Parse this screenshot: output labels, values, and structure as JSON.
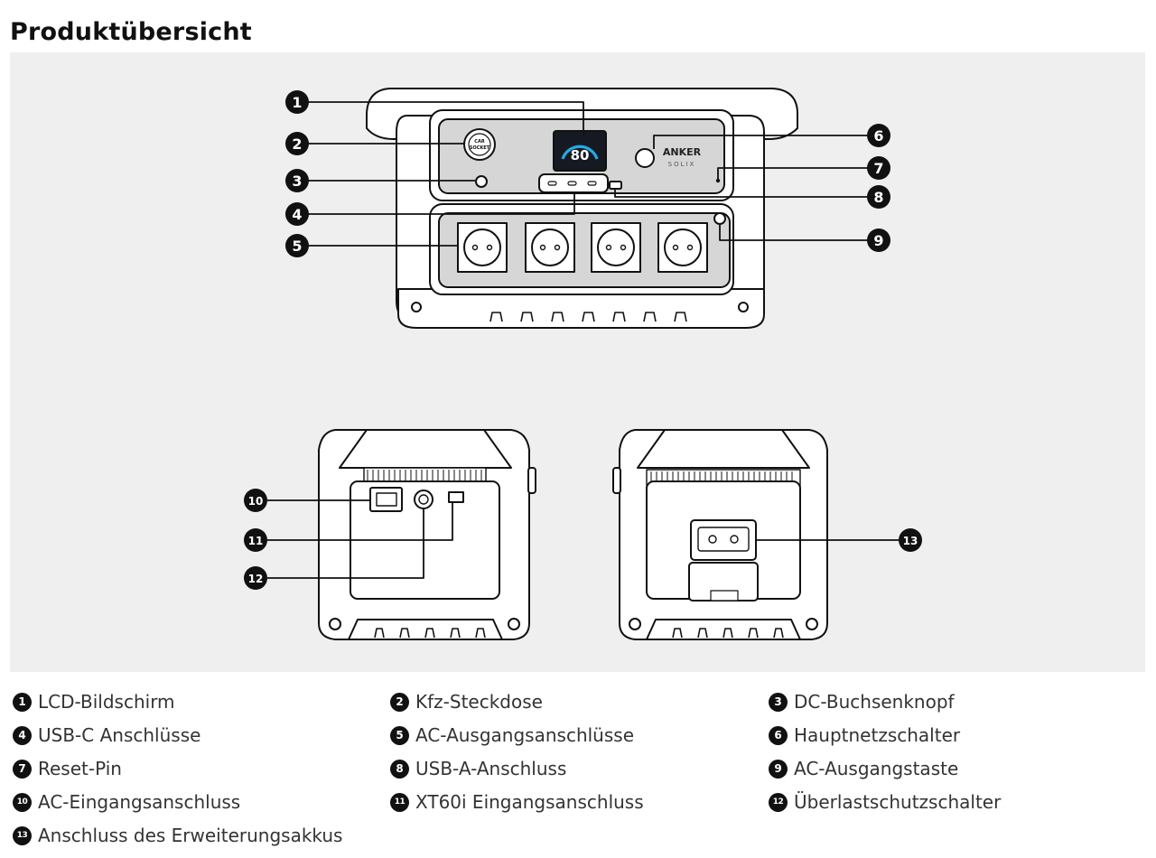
{
  "page": {
    "title": "Produktübersicht"
  },
  "device": {
    "brand_line1": "ANKER",
    "brand_line2": "SOLIX",
    "car_socket_line1": "CAR",
    "car_socket_line2": "SOCKET",
    "display_value": "80"
  },
  "callouts": [
    {
      "num": "1",
      "label": "LCD-Bildschirm"
    },
    {
      "num": "2",
      "label": "Kfz-Steckdose"
    },
    {
      "num": "3",
      "label": "DC-Buchsenknopf"
    },
    {
      "num": "4",
      "label": "USB-C Anschlüsse"
    },
    {
      "num": "5",
      "label": "AC-Ausgangsanschlüsse"
    },
    {
      "num": "6",
      "label": "Hauptnetzschalter"
    },
    {
      "num": "7",
      "label": "Reset-Pin"
    },
    {
      "num": "8",
      "label": "USB-A-Anschluss"
    },
    {
      "num": "9",
      "label": "AC-Ausgangstaste"
    },
    {
      "num": "10",
      "label": "AC-Eingangsanschluss"
    },
    {
      "num": "11",
      "label": "XT60i Eingangsanschluss"
    },
    {
      "num": "12",
      "label": "Überlastschutzschalter"
    },
    {
      "num": "13",
      "label": "Anschluss des Erweiterungsakkus"
    }
  ],
  "colors": {
    "panel_bg": "#efefef",
    "line": "#111111",
    "panel_fill": "#d6d6d6",
    "display_accent": "#27a9e1"
  }
}
